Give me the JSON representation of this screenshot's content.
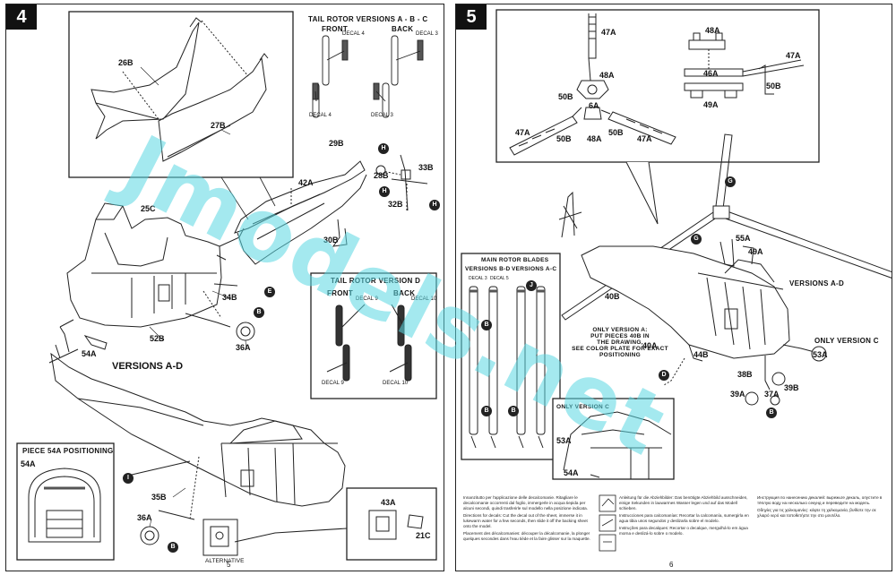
{
  "left_page": {
    "step": "4",
    "parts": {
      "p26b": "26B",
      "p27b": "27B",
      "p25c": "25C",
      "p42a": "42A",
      "p29b": "29B",
      "p28b": "28B",
      "p33b": "33B",
      "p32b": "32B",
      "p30b": "30B",
      "p34b": "34B",
      "p52b": "52B",
      "p36a_top": "36A",
      "p54a": "54A",
      "p35b": "35B",
      "p36a_bot": "36A",
      "p43a": "43A",
      "p21c": "21C",
      "p54a_inset": "54A"
    },
    "tail_abc": {
      "title": "TAIL ROTOR VERSIONS A - B - C",
      "front": "FRONT",
      "back": "BACK",
      "decal_4_top": "DECAL 4",
      "decal_3_top": "DECAL 3",
      "decal_4_bot": "DECAL 4",
      "decal_3_bot": "DECAL 3"
    },
    "tail_d": {
      "title": "TAIL ROTOR VERSION D",
      "front": "FRONT",
      "back": "BACK",
      "decal_9_top": "DECAL 9",
      "decal_10_top": "DECAL 10",
      "decal_9_bot": "DECAL 9",
      "decal_10_bot": "DECAL 10"
    },
    "versions_label": "VERSIONS A-D",
    "piece54_title": "PIECE 54A POSITIONING",
    "alternative_label": "ALTERNATIVE",
    "page_number": "5",
    "callouts": [
      "E",
      "B",
      "I",
      "B",
      "H",
      "H",
      "H"
    ]
  },
  "right_page": {
    "step": "5",
    "parts": {
      "p47a_top": "47A",
      "p48a_top": "48A",
      "p50b_l": "50B",
      "p47a_l": "47A",
      "p50b_bl": "50B",
      "p48a_b": "48A",
      "p50b_r": "50B",
      "p47a_r": "47A",
      "p48a_box": "48A",
      "p47a_box": "47A",
      "p46a_box": "46A",
      "p50b_box": "50B",
      "p49a_box": "49A",
      "p40b": "40B",
      "p40a": "40A",
      "p44b": "44B",
      "p55a": "55A",
      "p49a": "49A",
      "p53a": "53A",
      "p38b": "38B",
      "p39a": "39A",
      "p37a": "37A",
      "p39b": "39B",
      "p53a_inset": "53A",
      "p54a_inset": "54A",
      "p6a": "6A"
    },
    "blades": {
      "title": "MAIN ROTOR BLADES",
      "col_bd": "VERSIONS B-D",
      "col_ac": "VERSIONS A-C",
      "decal_3": "DECAL 3",
      "decal_5": "DECAL 5"
    },
    "only_a_note": [
      "ONLY VERSION A:",
      "PUT PIECES 40B IN",
      "THE DRAWING,",
      "SEE COLOR PLATE FOR EXACT",
      "POSITIONING"
    ],
    "version_a_d": "VERSIONS A-D",
    "only_version_c": "ONLY VERSION C",
    "only_version_c_inset": "ONLY VERSION C",
    "page_number": "6",
    "callouts": [
      "G",
      "G",
      "J",
      "B",
      "B",
      "B",
      "D",
      "B"
    ]
  },
  "instructions": {
    "col1": [
      "Innanzitutto per l'applicazione delle decalcomanie. Ritagliare le decalcomanie occorrenti dal foglio, immergerle in acqua tiepida per alcuni secondi, quindi trasferirle sul modello nella posizione indicata.",
      "Directions for decals: Cut the decal out of the sheet, immerse it in lukewarm water for a few seconds, then slide it off the backing sheet onto the model.",
      "Placement des décalcomanies: découper la décalcomanie, la plonger quelques secondes dans l'eau tiède et la faire glisser sur la maquette."
    ],
    "col2": [
      "Anleitung für die Abziehbilder: Das benötigte Abziehbild ausschneiden, einige Sekunden in lauwarmes Wasser legen und auf das Modell schieben.",
      "Instrucciones para calcomanías: Recortar la calcomanía, sumergirla en agua tibia unos segundos y deslizarla sobre el modelo.",
      "Instruções para decalques: Recortar o decalque, mergulhá-lo em água morna e deslizá-lo sobre o modelo."
    ],
    "col3": [
      "Инструкция по нанесению декалей: вырежьте декаль, опустите в тёплую воду на несколько секунд и переведите на модель.",
      "Οδηγίες για τις χαλκομανίες: κόψτε τη χαλκομανία, βυθίστε την σε χλιαρό νερό και τοποθετήστε την στο μοντέλο."
    ]
  },
  "watermark": "Jmodels.net"
}
